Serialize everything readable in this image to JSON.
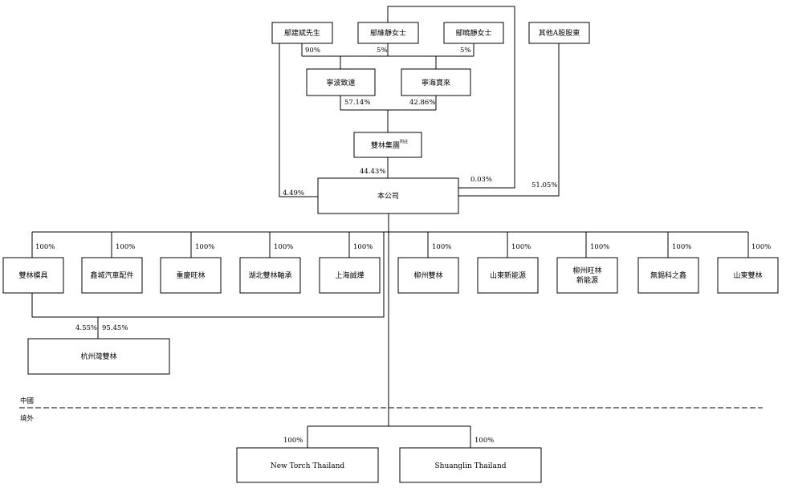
{
  "entities": {
    "zou_jianbin": "鄔建斌先生",
    "zou_weijing": "鄔維靜女士",
    "zou_xiaojing": "鄔曉靜女士",
    "other_a_shareholders": "其他A股股東",
    "ningbo_zhida": "寧波致遠",
    "ningbo_baolai": "寧海寶來",
    "shuanglin_group": "雙林集團",
    "shuanglin_group_note": "附註",
    "company": "本公司",
    "shuanglin_mould": "雙林模具",
    "xincheng_auto": "鑫城汽車配件",
    "chongqing_wanglin": "重慶旺林",
    "hubei_shuanglin": "湖北雙林軸承",
    "shanghai_chengzhe": "上海誠燁",
    "liuzhou_shuanglin": "柳州雙林",
    "shandong_new_energy": "山東新能源",
    "liuzhou_wanglin_l1": "柳州旺林",
    "liuzhou_wanglin_l2": "新能源",
    "wuxi_kezhixin": "無錫科之鑫",
    "shandong_shuanglin": "山東雙林",
    "hangzhou_shuanglin": "杭州灣雙林",
    "new_torch": "New Torch Thailand",
    "shuanglin_thailand": "Shuanglin Thailand"
  },
  "percentages": {
    "p_jianbin_zhida": "90%",
    "p_weijing_zhida": "5%",
    "p_xiaojing_zhida": "5%",
    "p_zhida_group": "57.14%",
    "p_baolai_group": "42.86%",
    "p_group_company": "44.43%",
    "p_jianbin_company": "4.49%",
    "p_weijing_company": "0.03%",
    "p_other_company": "51.05%",
    "p_mould": "100%",
    "p_xincheng": "100%",
    "p_chongqing": "100%",
    "p_hubei": "100%",
    "p_shanghai": "100%",
    "p_liuzhou": "100%",
    "p_shandong_ne": "100%",
    "p_liuzhou_wl": "100%",
    "p_wuxi": "100%",
    "p_shandong_sl": "100%",
    "p_hz_from_mould": "4.55%",
    "p_hz_from_company": "95.45%",
    "p_new_torch": "100%",
    "p_sl_thailand": "100%"
  },
  "regions": {
    "onshore": "中國",
    "offshore": "境外"
  }
}
